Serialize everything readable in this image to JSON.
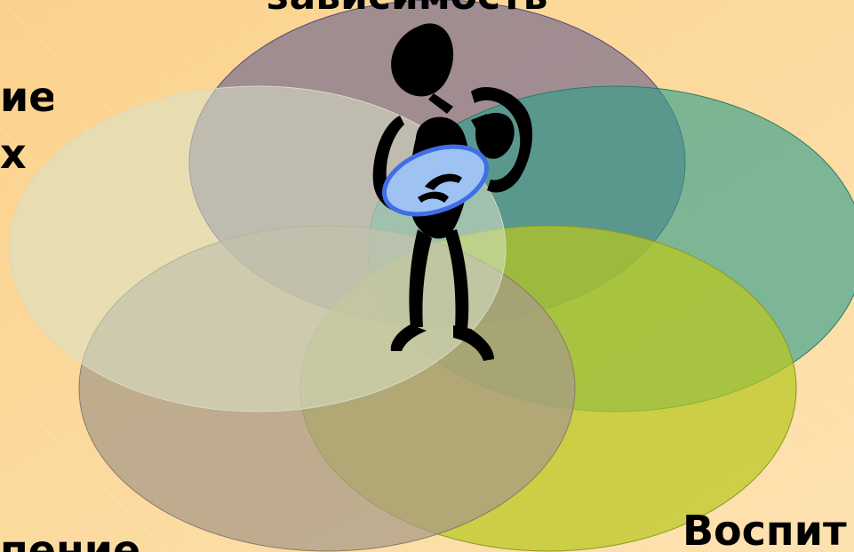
{
  "diagram": {
    "labels": {
      "top": "зависимость",
      "left_line1": "ие",
      "left_line2": "х",
      "bottom_right": "Воспит",
      "bottom_left": "пение"
    }
  },
  "colors": {
    "background_top": "#fbd28c",
    "background_bottom": "#fde2b0",
    "circle_top": "#8a7a8e",
    "circle_left": "#d9e3c8",
    "circle_right": "#2f9e8c",
    "circle_bottom_left": "#a89a88",
    "circle_bottom_right": "#b8c820",
    "figure": "#000000",
    "baby_blanket": "#9ec2f2",
    "baby_blanket_outline": "#3f6ee8"
  }
}
